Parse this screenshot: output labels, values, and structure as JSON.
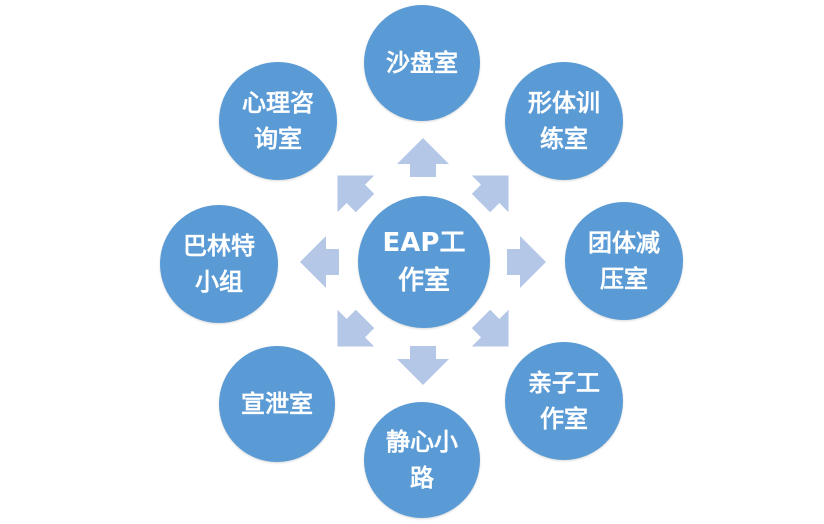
{
  "center": {
    "label": "EAP工\n作室"
  },
  "nodes": {
    "top": {
      "label": "沙盘室"
    },
    "top_right": {
      "label": "形体训\n练室"
    },
    "right": {
      "label": "团体减\n压室"
    },
    "bottom_right": {
      "label": "亲子工\n作室"
    },
    "bottom": {
      "label": "静心小\n路"
    },
    "bottom_left": {
      "label": "宣泄室"
    },
    "left": {
      "label": "巴林特\n小组"
    },
    "top_left": {
      "label": "心理咨\n询室"
    }
  },
  "colors": {
    "node_fill": "#5b9bd5",
    "arrow_fill": "#b4c7e7",
    "text": "#ffffff"
  }
}
